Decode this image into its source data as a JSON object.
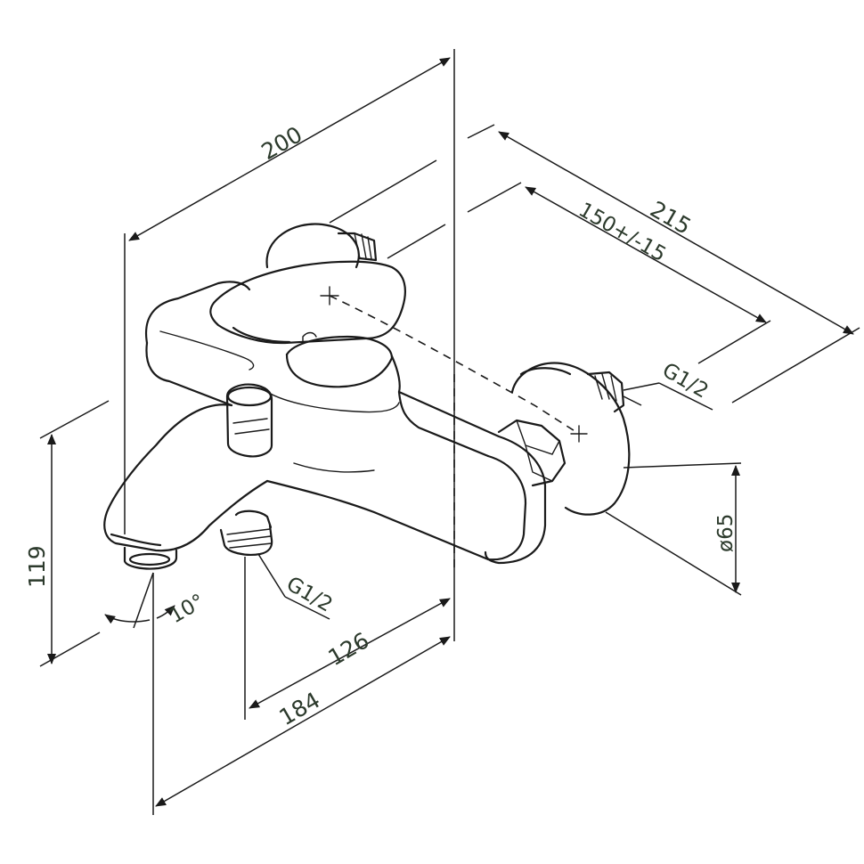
{
  "dimensions": {
    "width_total": "200",
    "depth_total": "215",
    "center_distance": "150+/-15",
    "height": "119",
    "spout_angle": "10°",
    "thread_outlet": "G1/2",
    "thread_inlet": "G1/2",
    "flange_diameter": "ø65",
    "outlet_offset": "126",
    "spout_reach": "184"
  }
}
